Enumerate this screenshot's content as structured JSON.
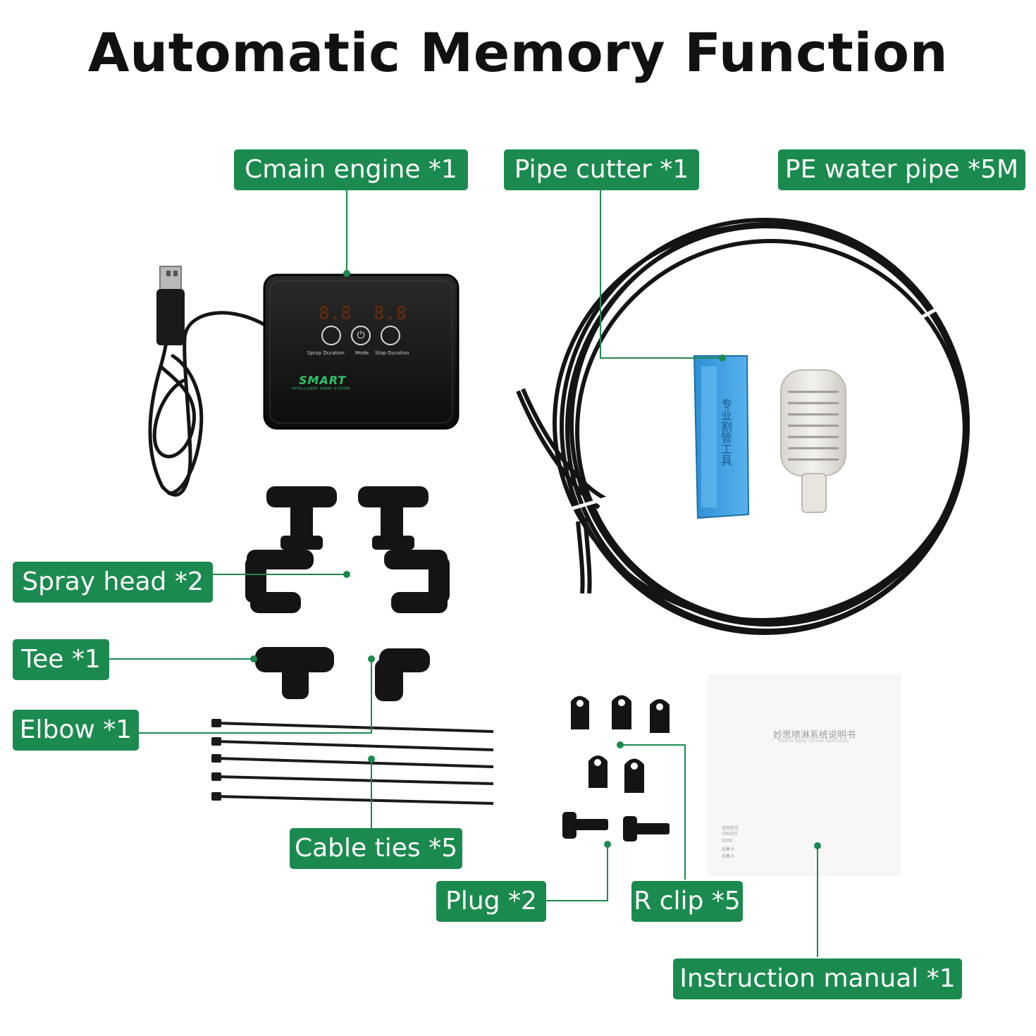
{
  "title": "Automatic Memory Function",
  "colors": {
    "label_bg": "#1b8a4f",
    "leader_line": "#1b8a4f",
    "title": "#111111"
  },
  "labels": {
    "main_engine": "Cmain engine *1",
    "pipe_cutter": "Pipe cutter *1",
    "pe_pipe": "PE water pipe *5M",
    "spray_head": "Spray head *2",
    "tee": "Tee *1",
    "elbow": "Elbow *1",
    "cable_ties": "Cable ties *5",
    "plug": "Plug *2",
    "r_clip": "R clip *5",
    "manual": "Instruction manual *1"
  },
  "device": {
    "display_left": "8.8",
    "display_right": "8.8",
    "button_labels": [
      "Spray Duration",
      "Mode",
      "Stop Duration"
    ],
    "brand": "SMART",
    "brand_sub": "INTELLIGENT SPRAY SYSTEM"
  },
  "cutter_text": "专业割管工具",
  "manual_text": {
    "title": "妙思喷淋系统说明书",
    "subtitle": "MiaoSi Spray System Instruction",
    "notes": [
      "适用型号",
      "SMART",
      "MINI",
      "采集卡",
      "采集卡"
    ]
  }
}
